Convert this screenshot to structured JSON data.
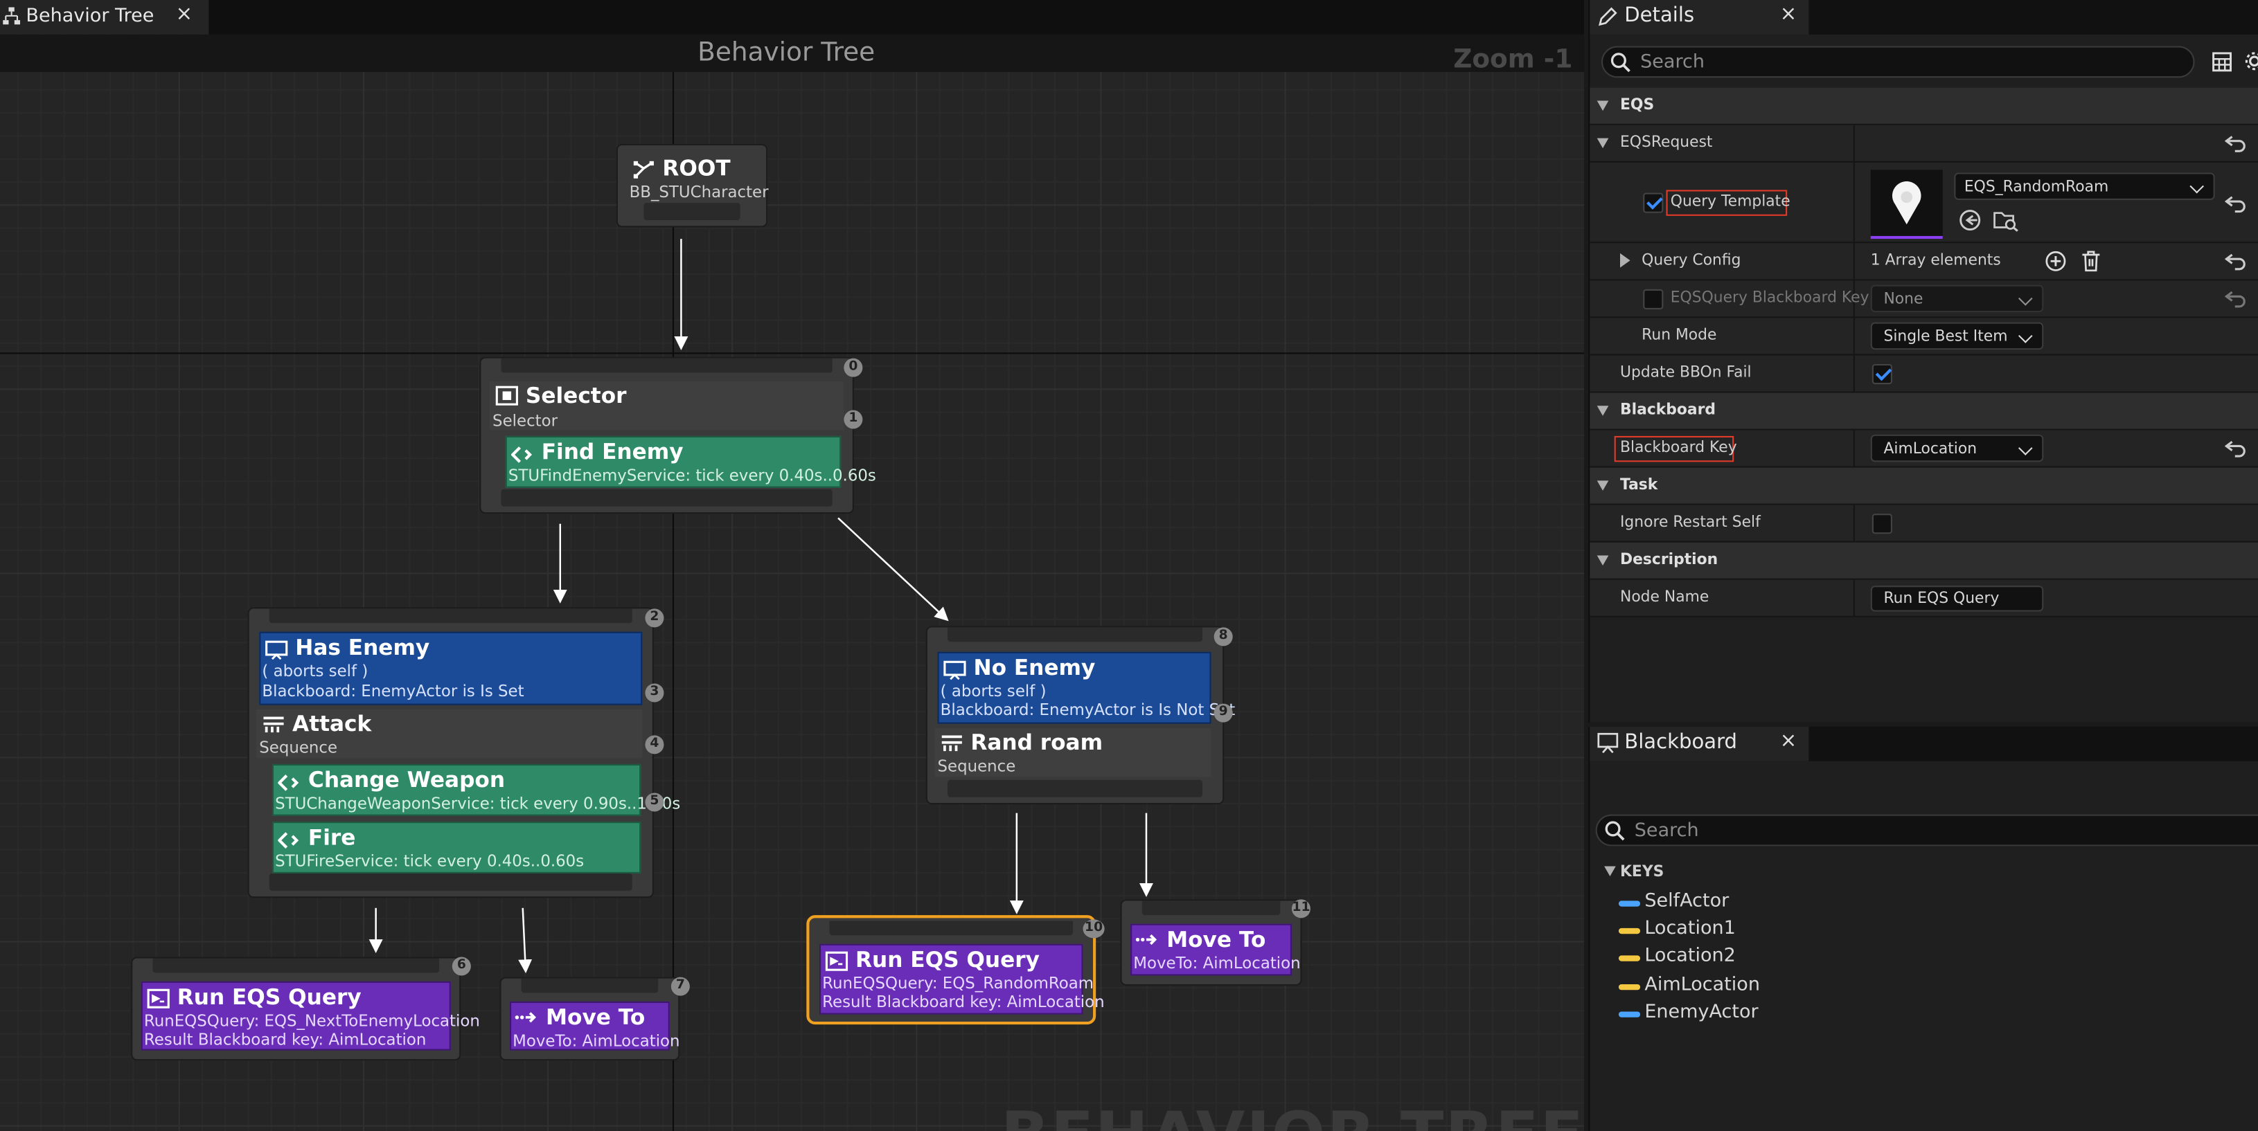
{
  "editor_tab": {
    "label": "Behavior Tree",
    "close": "×"
  },
  "graph": {
    "title": "Behavior Tree",
    "zoom": "Zoom -1",
    "watermark": "BEHAVIOR TREE",
    "nodes": {
      "root": {
        "title": "ROOT",
        "sub": "BB_STUCharacter"
      },
      "selector": {
        "index": "0",
        "title": "Selector",
        "sub": "Selector",
        "service": {
          "index": "1",
          "title": "Find Enemy",
          "sub": "STUFindEnemyService: tick every 0.40s..0.60s"
        }
      },
      "attack_branch": {
        "index": "2",
        "decorator": {
          "title": "Has Enemy",
          "line1": "( aborts self )",
          "line2": "Blackboard: EnemyActor is Is Set",
          "index": "3"
        },
        "composite": {
          "title": "Attack",
          "sub": "Sequence",
          "index": "4"
        },
        "service1": {
          "title": "Change Weapon",
          "sub": "STUChangeWeaponService: tick every 0.90s..1.10s",
          "index": "5"
        },
        "service2": {
          "title": "Fire",
          "sub": "STUFireService: tick every 0.40s..0.60s"
        }
      },
      "attack_eqs": {
        "index": "6",
        "title": "Run EQS Query",
        "line1": "RunEQSQuery: EQS_NextToEnemyLocation",
        "line2": "Result Blackboard key: AimLocation"
      },
      "attack_move": {
        "index": "7",
        "title": "Move To",
        "sub": "MoveTo: AimLocation"
      },
      "roam_branch": {
        "index": "8",
        "decorator": {
          "title": "No Enemy",
          "line1": "( aborts self )",
          "line2": "Blackboard: EnemyActor is Is Not Set",
          "index": "9"
        },
        "composite": {
          "title": "Rand roam",
          "sub": "Sequence"
        }
      },
      "roam_eqs": {
        "index": "10",
        "title": "Run EQS Query",
        "line1": "RunEQSQuery: EQS_RandomRoam",
        "line2": "Result Blackboard key: AimLocation"
      },
      "roam_move": {
        "index": "11",
        "title": "Move To",
        "sub": "MoveTo: AimLocation"
      }
    }
  },
  "details": {
    "tab": "Details",
    "close": "×",
    "search_placeholder": "Search",
    "categories": {
      "eqs": "EQS",
      "eqs_request": "EQSRequest",
      "blackboard": "Blackboard",
      "task": "Task",
      "description": "Description"
    },
    "query_template": {
      "label": "Query Template",
      "checked": true,
      "asset": "EQS_RandomRoam"
    },
    "query_config": {
      "label": "Query Config",
      "value": "1 Array elements"
    },
    "eqs_bb_key": {
      "label": "EQSQuery Blackboard Key",
      "value": "None",
      "checked": false
    },
    "run_mode": {
      "label": "Run Mode",
      "value": "Single Best Item"
    },
    "update_bb": {
      "label": "Update BBOn Fail",
      "checked": true
    },
    "blackboard_key": {
      "label": "Blackboard Key",
      "value": "AimLocation"
    },
    "ignore_restart": {
      "label": "Ignore Restart Self",
      "checked": false
    },
    "node_name": {
      "label": "Node Name",
      "value": "Run EQS Query"
    }
  },
  "blackboard": {
    "tab": "Blackboard",
    "close": "×",
    "search_placeholder": "Search",
    "keys_header": "KEYS",
    "keys": [
      {
        "name": "SelfActor",
        "color": "#4aa3ff"
      },
      {
        "name": "Location1",
        "color": "#f5c842"
      },
      {
        "name": "Location2",
        "color": "#f5c842"
      },
      {
        "name": "AimLocation",
        "color": "#f5c842"
      },
      {
        "name": "EnemyActor",
        "color": "#4aa3ff"
      }
    ]
  },
  "colors": {
    "decorator": "#1b4a96",
    "service": "#2f8b67",
    "task": "#6a2db8",
    "selected_outline": "#f0a020",
    "highlight_box": "#e23b2a"
  }
}
